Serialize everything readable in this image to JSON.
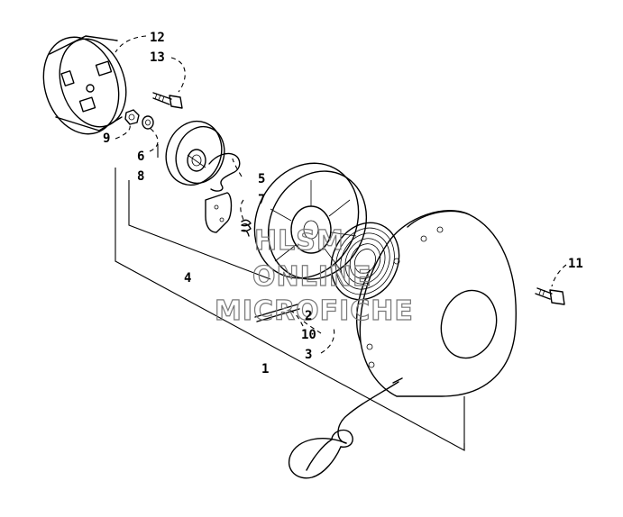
{
  "diagram": {
    "type": "exploded-parts-diagram",
    "callouts": {
      "c1": "1",
      "c2": "2",
      "c3": "3",
      "c4": "4",
      "c5": "5",
      "c6": "6",
      "c7": "7",
      "c8": "8",
      "c9": "9",
      "c10": "10",
      "c11": "11",
      "c12": "12",
      "c13": "13"
    },
    "watermark": [
      "HLSM",
      "ONLINE",
      "MICROFICHE"
    ]
  }
}
